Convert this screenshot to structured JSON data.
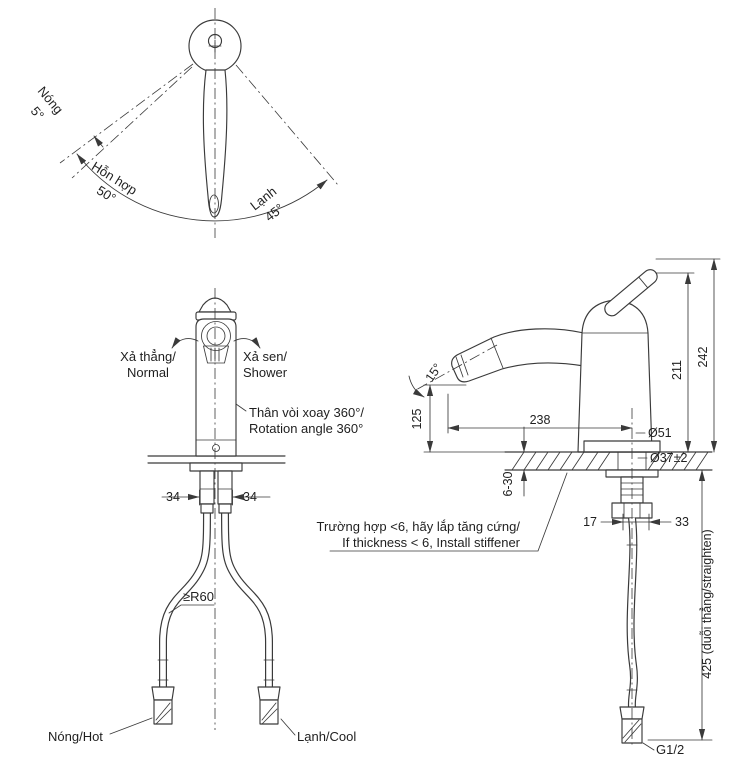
{
  "colors": {
    "line": "#3a3a3a",
    "text": "#1f1f1f",
    "background": "#ffffff"
  },
  "rotation_diagram": {
    "hot": {
      "label": "Nóng",
      "angle": "5°"
    },
    "mix": {
      "label": "Hỗn hợp",
      "angle": "50°"
    },
    "cold": {
      "label": "Lạnh",
      "angle": "45°"
    }
  },
  "front_view": {
    "flow_normal_line1": "Xả thẳng/",
    "flow_normal_line2": "Normal",
    "flow_shower_line1": "Xả sen/",
    "flow_shower_line2": "Shower",
    "rotation_line1": "Thân vòi xoay 360°/",
    "rotation_line2": "Rotation angle 360°",
    "dim_left": "34",
    "dim_right": "34",
    "bend_radius": "≥R60",
    "hot": "Nóng/Hot",
    "cold": "Lạnh/Cool"
  },
  "side_view": {
    "spout_angle": "15°",
    "dim_spout_height": "125",
    "dim_reach": "238",
    "dim_body_height": "211",
    "dim_total_height": "242",
    "dia_base": "Ø51",
    "dia_hole": "Ø37±2",
    "dim_deck_thickness": "6-30",
    "dim_offset_left": "17",
    "dim_offset_right": "33",
    "note_line1": "Trường hợp <6, hãy lắp tăng cứng/",
    "note_line2": "If thickness < 6, Install stiffener",
    "dim_hose_length": "425 (duỗi thẳng/straighten)",
    "thread": "G1/2"
  }
}
